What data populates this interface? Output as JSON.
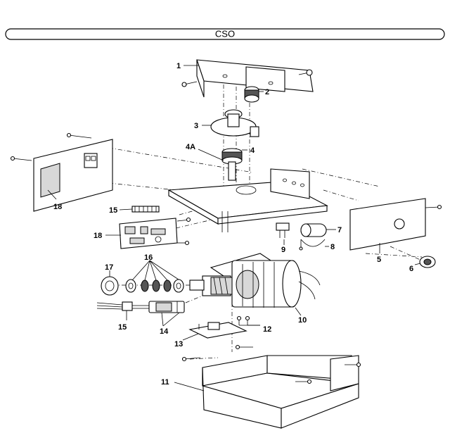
{
  "header": {
    "title": "CSO"
  },
  "callouts": {
    "c1": "1",
    "c2": "2",
    "c3": "3",
    "c4a": "4A",
    "c4": "4",
    "c5": "5",
    "c6": "6",
    "c7": "7",
    "c8": "8",
    "c9": "9",
    "c10": "10",
    "c11": "11",
    "c12": "12",
    "c13": "13",
    "c14": "14",
    "c15a": "15",
    "c15b": "15",
    "c16": "16",
    "c17": "17",
    "c18a": "18",
    "c18b": "18"
  }
}
